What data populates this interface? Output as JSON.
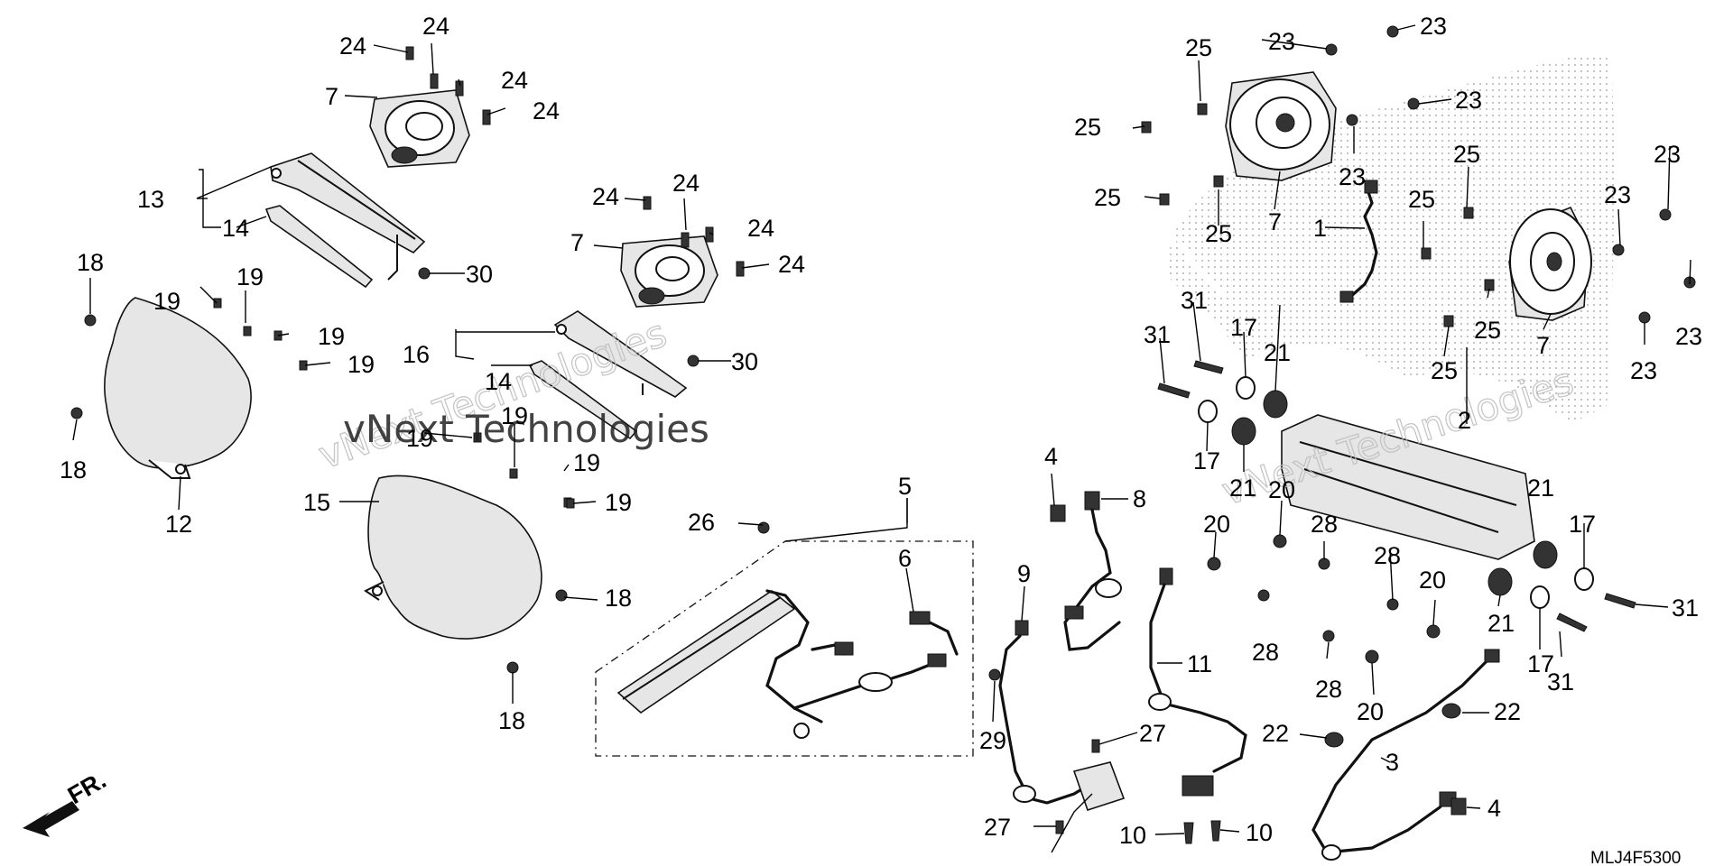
{
  "diagram": {
    "code": "MLJ4F5300",
    "front_indicator": "FR.",
    "watermark": [
      "vNext Technologies",
      "vNext Technologies",
      "vNext Technologies"
    ],
    "callouts": [
      {
        "n": "24"
      },
      {
        "n": "24"
      },
      {
        "n": "24"
      },
      {
        "n": "24"
      },
      {
        "n": "7"
      },
      {
        "n": "13"
      },
      {
        "n": "14"
      },
      {
        "n": "30"
      },
      {
        "n": "18"
      },
      {
        "n": "19"
      },
      {
        "n": "19"
      },
      {
        "n": "19"
      },
      {
        "n": "19"
      },
      {
        "n": "18"
      },
      {
        "n": "12"
      },
      {
        "n": "24"
      },
      {
        "n": "24"
      },
      {
        "n": "24"
      },
      {
        "n": "24"
      },
      {
        "n": "7"
      },
      {
        "n": "16"
      },
      {
        "n": "14"
      },
      {
        "n": "30"
      },
      {
        "n": "19"
      },
      {
        "n": "19"
      },
      {
        "n": "19"
      },
      {
        "n": "19"
      },
      {
        "n": "15"
      },
      {
        "n": "18"
      },
      {
        "n": "18"
      },
      {
        "n": "5"
      },
      {
        "n": "26"
      },
      {
        "n": "6"
      },
      {
        "n": "4"
      },
      {
        "n": "8"
      },
      {
        "n": "9"
      },
      {
        "n": "29"
      },
      {
        "n": "27"
      },
      {
        "n": "27"
      },
      {
        "n": "11"
      },
      {
        "n": "10"
      },
      {
        "n": "10"
      },
      {
        "n": "25"
      },
      {
        "n": "23"
      },
      {
        "n": "23"
      },
      {
        "n": "25"
      },
      {
        "n": "23"
      },
      {
        "n": "23"
      },
      {
        "n": "25"
      },
      {
        "n": "25"
      },
      {
        "n": "7"
      },
      {
        "n": "1"
      },
      {
        "n": "25"
      },
      {
        "n": "25"
      },
      {
        "n": "23"
      },
      {
        "n": "23"
      },
      {
        "n": "25"
      },
      {
        "n": "25"
      },
      {
        "n": "7"
      },
      {
        "n": "23"
      },
      {
        "n": "23"
      },
      {
        "n": "31"
      },
      {
        "n": "31"
      },
      {
        "n": "17"
      },
      {
        "n": "21"
      },
      {
        "n": "17"
      },
      {
        "n": "21"
      },
      {
        "n": "2"
      },
      {
        "n": "20"
      },
      {
        "n": "20"
      },
      {
        "n": "28"
      },
      {
        "n": "28"
      },
      {
        "n": "21"
      },
      {
        "n": "17"
      },
      {
        "n": "20"
      },
      {
        "n": "21"
      },
      {
        "n": "28"
      },
      {
        "n": "17"
      },
      {
        "n": "31"
      },
      {
        "n": "31"
      },
      {
        "n": "28"
      },
      {
        "n": "20"
      },
      {
        "n": "22"
      },
      {
        "n": "22"
      },
      {
        "n": "3"
      },
      {
        "n": "4"
      }
    ]
  }
}
